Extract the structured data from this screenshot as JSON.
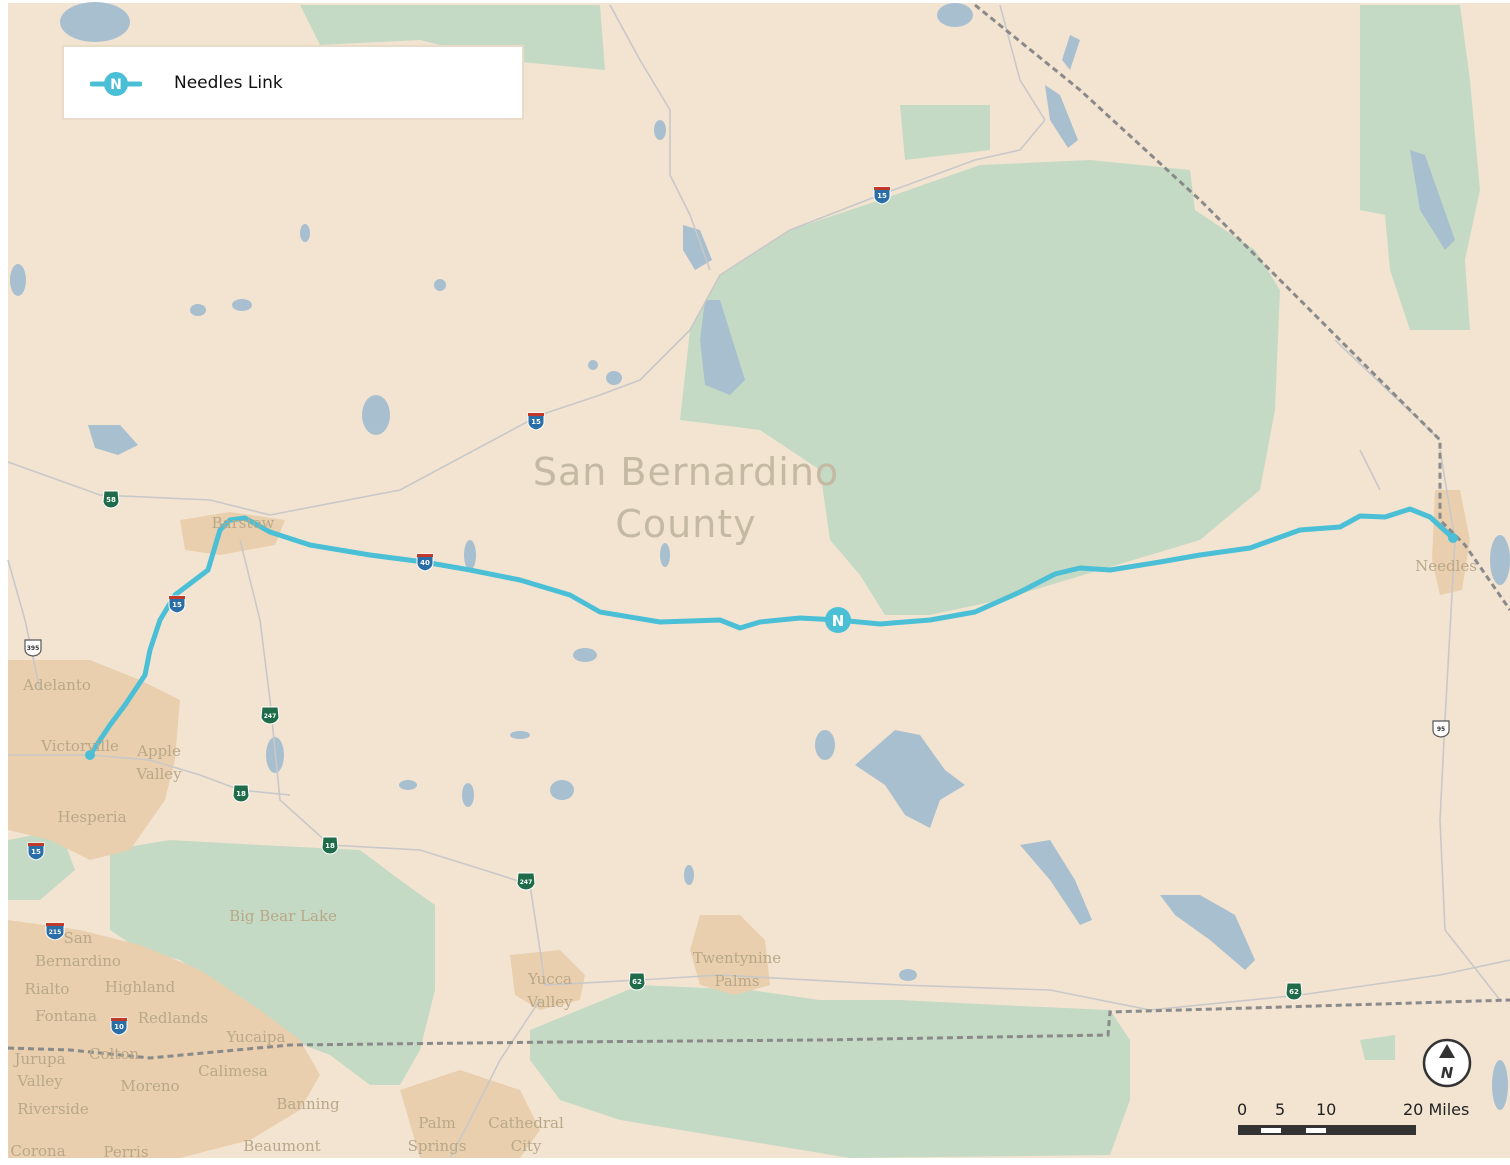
{
  "legend": {
    "route_label": "Needles Link",
    "route_symbol": "N",
    "route_color": "#4bbfd6"
  },
  "county_label": {
    "line1": "San Bernardino",
    "line2": "County"
  },
  "places": {
    "barstow": "Barstow",
    "needles": "Needles",
    "adelanto": "Adelanto",
    "victorville": "Victorville",
    "apple": "Apple",
    "valley1": "Valley",
    "hesperia": "Hesperia",
    "big_bear_lake": "Big Bear Lake",
    "san": "San",
    "bernardino": "Bernardino",
    "rialto": "Rialto",
    "highland": "Highland",
    "fontana": "Fontana",
    "redlands": "Redlands",
    "yucaipa": "Yucaipa",
    "jurupa": "Jurupa",
    "colton": "Colton",
    "valley2": "Valley",
    "calimesa": "Calimesa",
    "moreno": "Moreno",
    "riverside": "Riverside",
    "banning": "Banning",
    "corona": "Corona",
    "perris": "Perris",
    "beaumont": "Beaumont",
    "palm": "Palm",
    "springs": "Springs",
    "cathedral": "Cathedral",
    "city": "City",
    "yucca": "Yucca",
    "valley3": "Valley",
    "twentynine": "Twentynine",
    "palms": "Palms"
  },
  "shields": {
    "i15_a": "15",
    "i15_b": "15",
    "i15_c": "15",
    "i15_d": "15",
    "i40": "40",
    "i10": "10",
    "i215": "215",
    "ca58": "58",
    "ca247_a": "247",
    "ca247_b": "247",
    "ca18_a": "18",
    "ca18_b": "18",
    "ca62_a": "62",
    "ca62_b": "62",
    "us395": "395",
    "us95": "95"
  },
  "scale_bar": {
    "t0": "0",
    "t5": "5",
    "t10": "10",
    "t20": "20 Miles"
  },
  "north_arrow": {
    "label": "N"
  },
  "colors": {
    "land": "#f3e4d2",
    "park": "#c5dac4",
    "water": "#a8bfcf",
    "urban": "#e9cfad",
    "road": "#c8c8c8",
    "route": "#4bbfd6"
  }
}
